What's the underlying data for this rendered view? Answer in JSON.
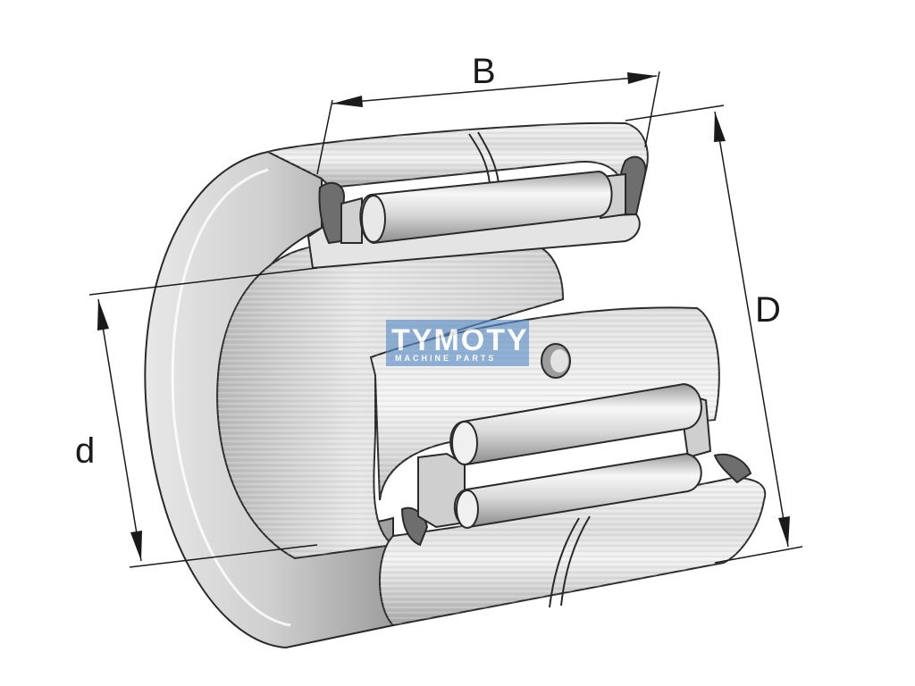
{
  "dimensions": {
    "width_label": "B",
    "outer_diameter_label": "D",
    "inner_diameter_label": "d"
  },
  "watermark": {
    "brand": "TYMOTY",
    "tagline": "MACHINE PARTS",
    "color": "#5b8fc7"
  },
  "colors": {
    "outline": "#2a2a2a",
    "metal_light": "#eeeeee",
    "metal_mid": "#c8c8c8",
    "metal_dark": "#8a8a8a"
  }
}
